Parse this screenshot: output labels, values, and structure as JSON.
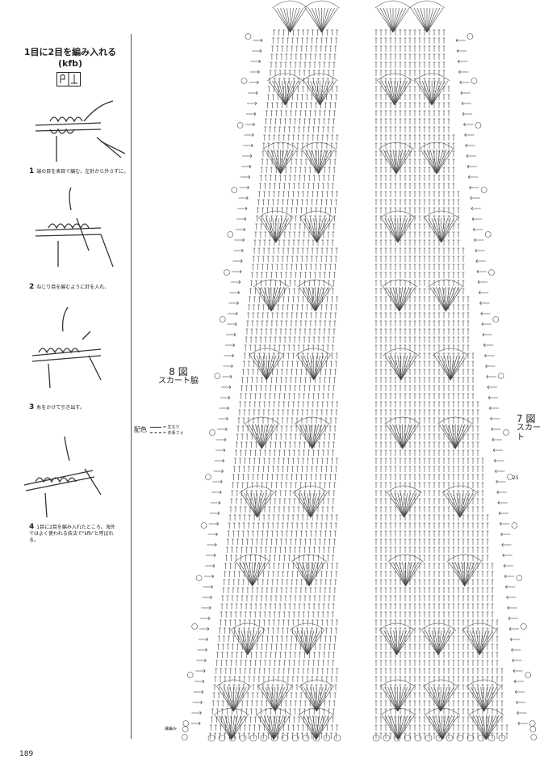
{
  "left_panel": {
    "title_line1": "1目に2目を編み入れる",
    "title_line2": "(kfb)",
    "steps": [
      {
        "num": "1",
        "text": "端の目を表目で編む。左針から外さずに。"
      },
      {
        "num": "2",
        "text": "ねじり目を編むように針を入れ、"
      },
      {
        "num": "3",
        "text": "糸をかけて引き出す。"
      },
      {
        "num": "4",
        "text": "1目に2目を編み入れたところ。海外ではよく使われる技法で\"kfb\"と呼ばれる。"
      }
    ]
  },
  "chart": {
    "figure8_num": "8 図",
    "figure8_label": "スカート脇",
    "figure7_num": "7 図",
    "figure7_label": "スカート",
    "legend_title": "配色",
    "legend_item1": "= 生なり",
    "legend_item2": "= 赤系フォ",
    "edge_label": "縁編み",
    "row_25": "25"
  },
  "page_number": "189"
}
